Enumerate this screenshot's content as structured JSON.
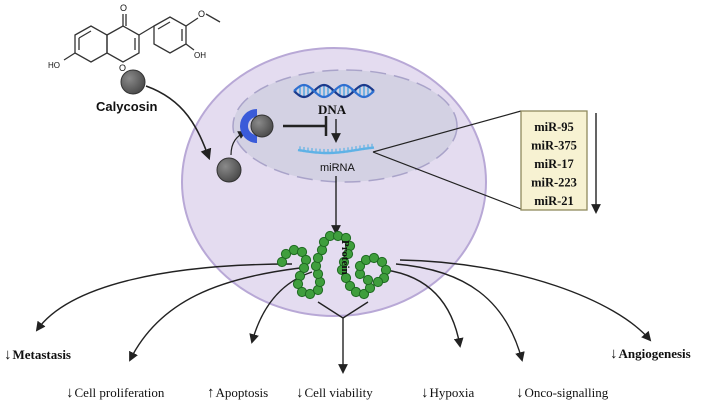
{
  "molecule": {
    "name": "Calycosin",
    "atom_carbonyl": "O",
    "atom_ring": "O",
    "atom_methoxy": "O",
    "atom_ho_left": "HO",
    "atom_oh_right": "OH"
  },
  "nucleus": {
    "dna_label": "DNA",
    "mirna_label": "miRNA"
  },
  "mirna_list": [
    "miR-95",
    "miR-375",
    "miR-17",
    "miR-223",
    "miR-21"
  ],
  "protein_label": "Protein",
  "outcomes": [
    {
      "arrow": "↓",
      "label": "Metastasis"
    },
    {
      "arrow": "↓",
      "label": "Cell proliferation"
    },
    {
      "arrow": "↑",
      "label": "Apoptosis"
    },
    {
      "arrow": "↓",
      "label": "Cell viability"
    },
    {
      "arrow": "↓",
      "label": "Hypoxia"
    },
    {
      "arrow": "↓",
      "label": "Onco-signalling"
    },
    {
      "arrow": "↓",
      "label": "Angiogenesis"
    }
  ],
  "colors": {
    "cell_fill": "#e4dcf0",
    "cell_stroke": "#b8a8d6",
    "nucleus_fill": "#d3d1e3",
    "nucleus_stroke": "#a9a3c9",
    "box_fill": "#f7f2d2",
    "box_stroke": "#8f8a5e",
    "protein_bead": "#3f9e3d",
    "protein_bead_dark": "#1f6b22",
    "receptor": "#3a5bd9",
    "mirna_strand": "#5fb2e6"
  }
}
